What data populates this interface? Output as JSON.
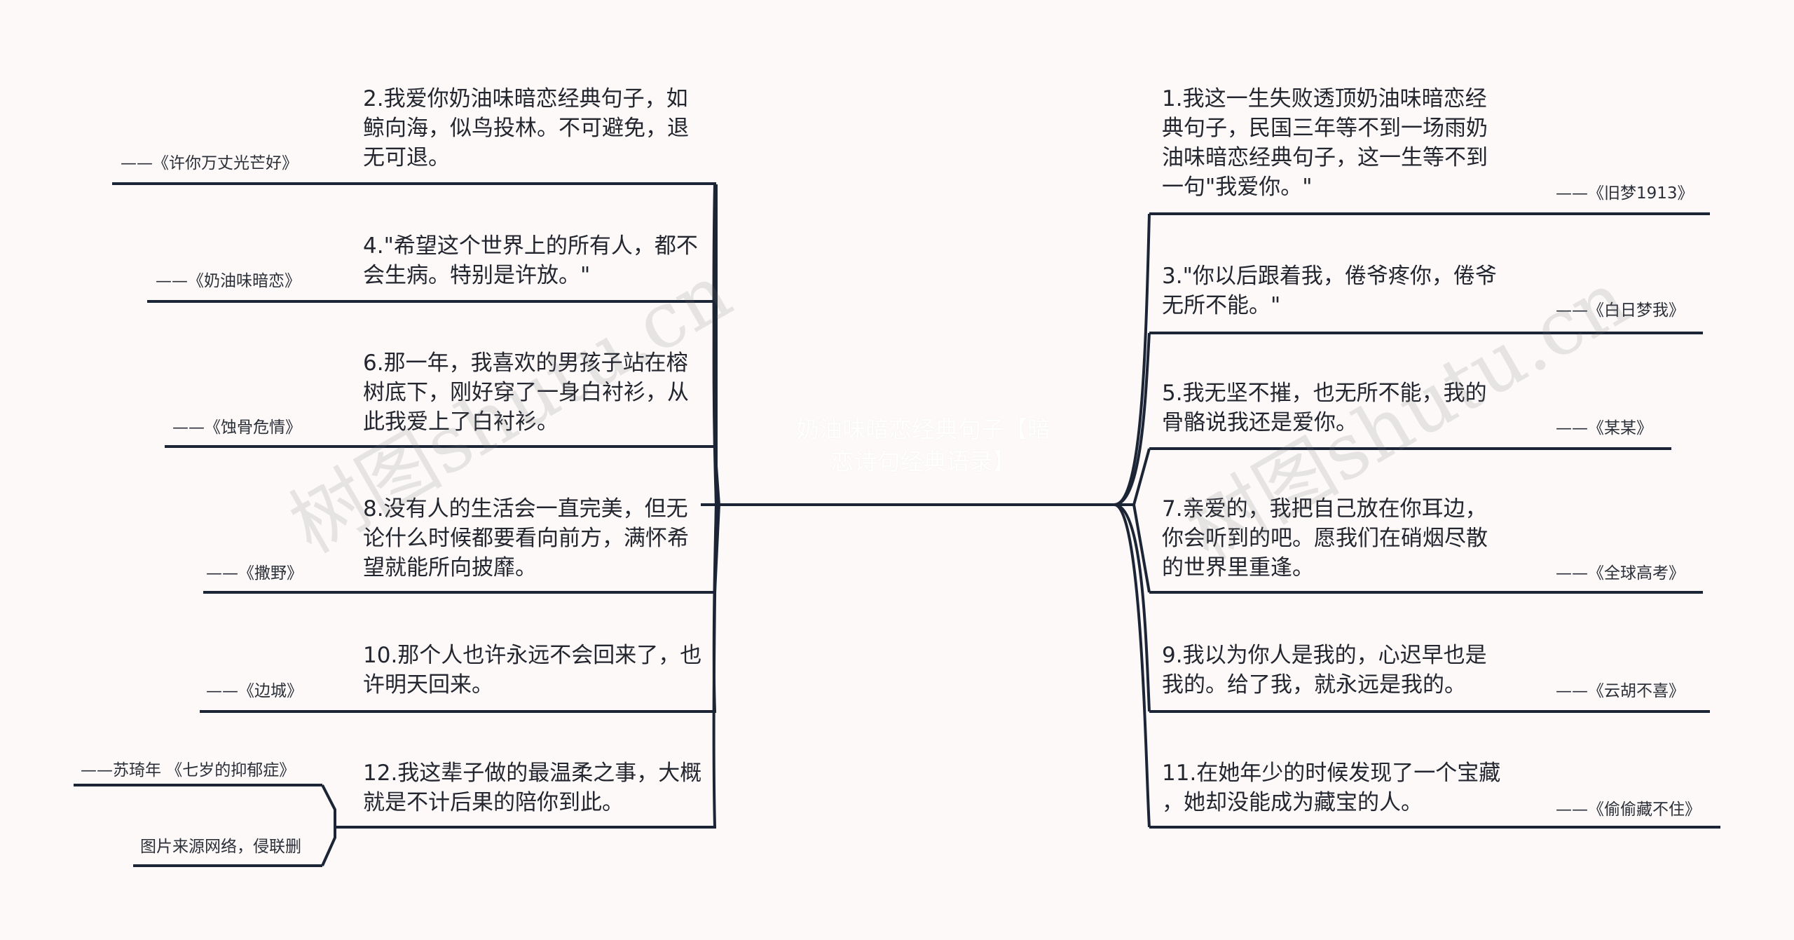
{
  "center": {
    "line1": "奶油味暗恋经典句子【暗",
    "line2": "恋诗句经典语录】"
  },
  "left": [
    {
      "text": [
        "2.我爱你奶油味暗恋经典句子，如",
        "鲸向海，似鸟投林。不可避免，退",
        "无可退。"
      ],
      "source": "——《许你万丈光芒好》"
    },
    {
      "text": [
        "4.\"希望这个世界上的所有人，都不",
        "会生病。特别是许放。\""
      ],
      "source": "——《奶油味暗恋》"
    },
    {
      "text": [
        "6.那一年，我喜欢的男孩子站在榕",
        "树底下，刚好穿了一身白衬衫，从",
        "此我爱上了白衬衫。"
      ],
      "source": "——《蚀骨危情》"
    },
    {
      "text": [
        "8.没有人的生活会一直完美，但无",
        "论什么时候都要看向前方，满怀希",
        "望就能所向披靡。"
      ],
      "source": "——《撒野》"
    },
    {
      "text": [
        "10.那个人也许永远不会回来了，也",
        "许明天回来。"
      ],
      "source": "——《边城》"
    },
    {
      "text": [
        "12.我这辈子做的最温柔之事，大概",
        "就是不计后果的陪你到此。"
      ],
      "source": "——苏琦年 《七岁的抑郁症》",
      "source2": "图片来源网络，侵联删"
    }
  ],
  "right": [
    {
      "text": [
        "1.我这一生失败透顶奶油味暗恋经",
        "典句子，民国三年等不到一场雨奶",
        "油味暗恋经典句子，这一生等不到",
        "一句\"我爱你。\""
      ],
      "source": "——《旧梦1913》"
    },
    {
      "text": [
        "3.\"你以后跟着我，倦爷疼你，倦爷",
        "无所不能。\""
      ],
      "source": "——《白日梦我》"
    },
    {
      "text": [
        "5.我无坚不摧，也无所不能，我的",
        "骨骼说我还是爱你。"
      ],
      "source": "——《某某》"
    },
    {
      "text": [
        "7.亲爱的，我把自己放在你耳边，",
        "你会听到的吧。愿我们在硝烟尽散",
        "的世界里重逢。"
      ],
      "source": "——《全球高考》"
    },
    {
      "text": [
        "9.我以为你人是我的，心迟早也是",
        "我的。给了我，就永远是我的。"
      ],
      "source": "——《云胡不喜》"
    },
    {
      "text": [
        "11.在她年少的时候发现了一个宝藏",
        "，她却没能成为藏宝的人。"
      ],
      "source": "——《偷偷藏不住》"
    }
  ],
  "watermark": "树图shutu.cn",
  "colors": {
    "line": "#1c2536",
    "center_bg": "#1c2536",
    "background": "#fcf9f8"
  }
}
